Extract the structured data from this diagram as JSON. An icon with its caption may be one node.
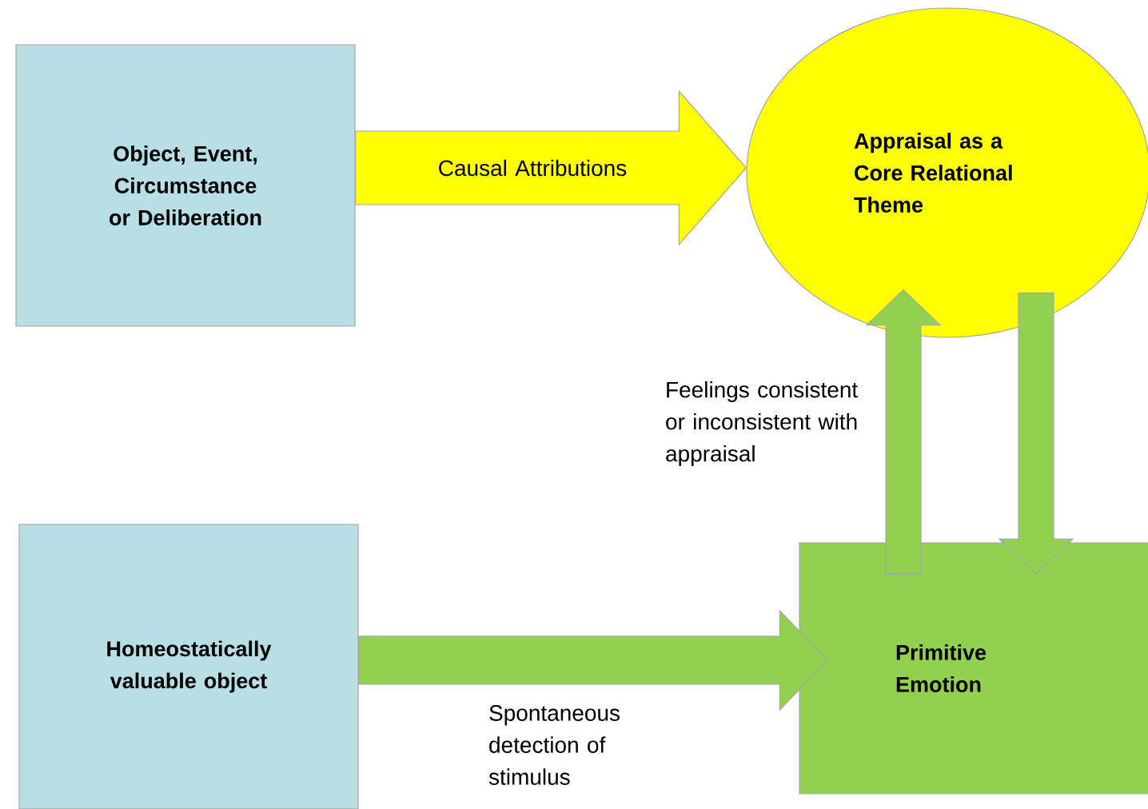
{
  "diagram": {
    "nodes": [
      {
        "text": [
          "Object, Event, Circumstance or Deliberation"
        ]
      },
      {
        "text": [
          "Appraisal as a Core Relational Theme"
        ]
      },
      {
        "text": [
          "Homeostatically valuable object"
        ]
      },
      {
        "text": [
          "Primitive Emotion"
        ]
      }
    ],
    "edges": [
      {
        "from": 0,
        "to": 1,
        "arrow": "to",
        "label": "Causal Attributions",
        "style": "thick",
        "color": "#ffff00"
      },
      {
        "from": 2,
        "to": 3,
        "arrow": "to",
        "label": "Spontaneous detection of stimulus",
        "style": "thick"
      },
      {
        "from": 3,
        "to": 1,
        "arrow": "to",
        "label": "Feelings consistent or inconsistent with appraisal",
        "style": "thick"
      },
      {
        "from": 1,
        "to": 3,
        "arrow": "to",
        "style": "thick"
      }
    ]
  }
}
